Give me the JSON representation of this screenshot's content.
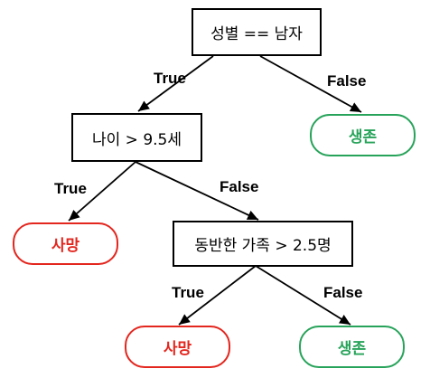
{
  "diagram": {
    "nodes": {
      "root": {
        "label": "성별 == 남자"
      },
      "age": {
        "label": "나이 > 9.5세"
      },
      "survive_1": {
        "label": "생존"
      },
      "death_1": {
        "label": "사망"
      },
      "family": {
        "label": "동반한 가족 > 2.5명"
      },
      "death_2": {
        "label": "사망"
      },
      "survive_2": {
        "label": "생존"
      }
    },
    "edges": {
      "root_true": "True",
      "root_false": "False",
      "age_true": "True",
      "age_false": "False",
      "family_true": "True",
      "family_false": "False"
    },
    "colors": {
      "line": "#000000",
      "death": "#e3261e",
      "survive": "#27a35a"
    }
  }
}
